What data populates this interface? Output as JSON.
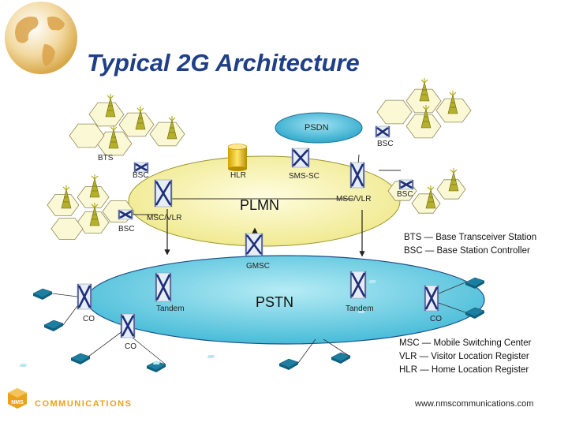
{
  "title": "Typical 2G Architecture",
  "labels": {
    "psdn": "PSDN",
    "bsc_top_right": "BSC",
    "bts": "BTS",
    "bsc_left": "BSC",
    "hlr": "HLR",
    "sms_sc": "SMS-SC",
    "plmn": "PLMN",
    "msc_vlr_right": "MSC/VLR",
    "bsc_right": "BSC",
    "msc_vlr_left": "MSC/VLR",
    "bsc_lower_left": "BSC",
    "gmsc": "GMSC",
    "pstn": "PSTN",
    "tandem_left": "Tandem",
    "tandem_right": "Tandem",
    "co_left": "CO",
    "co_bottom": "CO",
    "co_right": "CO"
  },
  "legend_top": [
    "BTS — Base Transceiver Station",
    "BSC — Base Station Controller"
  ],
  "legend_bottom": [
    "MSC — Mobile Switching Center",
    "VLR — Visitor Location Register",
    "HLR — Home Location Register"
  ],
  "footer_url": "www.nmscommunications.com",
  "logo": {
    "prefix": "NMS",
    "text": "COMMUNICATIONS"
  },
  "colors": {
    "title": "#1f3f86",
    "plmn_fill": "#f7f3a8",
    "pstn_fill": "#6fd0e6",
    "psdn_fill": "#5ec3de",
    "cell_fill": "#fbf8d6",
    "tower": "#b5b02a",
    "switch": "#1e2e7a",
    "phone": "#1c7ea0",
    "logo": "#e9a21a"
  }
}
